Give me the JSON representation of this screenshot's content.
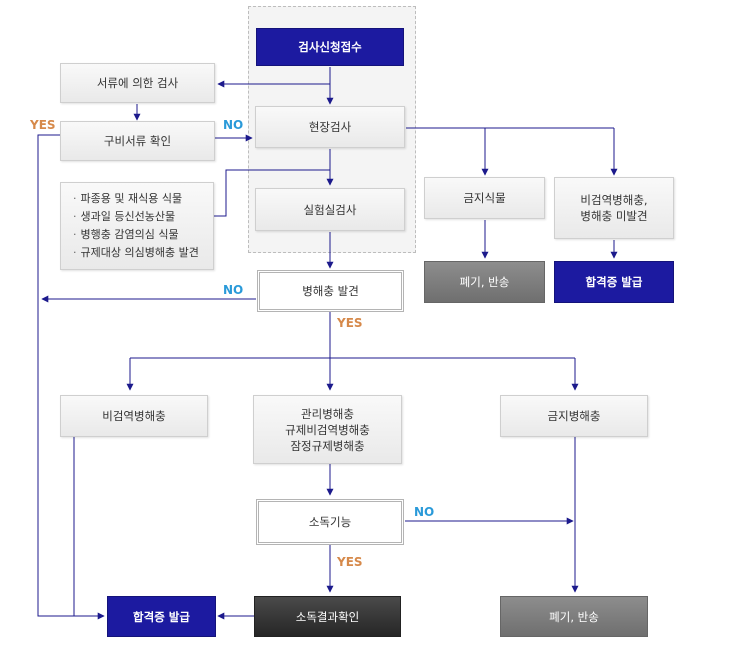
{
  "nodes": {
    "application": "검사신청접수",
    "document_inspection": "서류에 의한 검사",
    "document_check": "구비서류 확인",
    "exempt_list": [
      "파종용 및 재식용 식물",
      "생과일 등신선농산물",
      "병행충 감염의심 식물",
      "규제대상 의심병해충 발견"
    ],
    "onsite_inspection": "현장검사",
    "lab_inspection": "실험실검사",
    "prohibited_plant": "금지식물",
    "nonquarantine_line1": "비검역병해충,",
    "nonquarantine_line2": "병해충 미발견",
    "discard_return_top": "폐기, 반송",
    "certificate_top": "합격증 발급",
    "pest_found": "병해충 발견",
    "nonquarantine_pest": "비검역병해충",
    "managed_pests": [
      "관리병해충",
      "규제비검역병해충",
      "잠정규제병해충"
    ],
    "prohibited_pest": "금지병해충",
    "disinfection_possible": "소독기능",
    "disinfection_result": "소독결과확인",
    "certificate_bottom": "합격증 발급",
    "discard_return_bottom": "폐기, 반송"
  },
  "labels": {
    "yes_left": "YES",
    "no_onsite": "NO",
    "no_pest": "NO",
    "yes_pest": "YES",
    "no_disinfect": "NO",
    "yes_disinfect": "YES"
  },
  "colors": {
    "navy": "#1c1aa0",
    "arrow": "#1c1a8c",
    "no_label": "#2a9ad9",
    "yes_label": "#d6894a"
  }
}
